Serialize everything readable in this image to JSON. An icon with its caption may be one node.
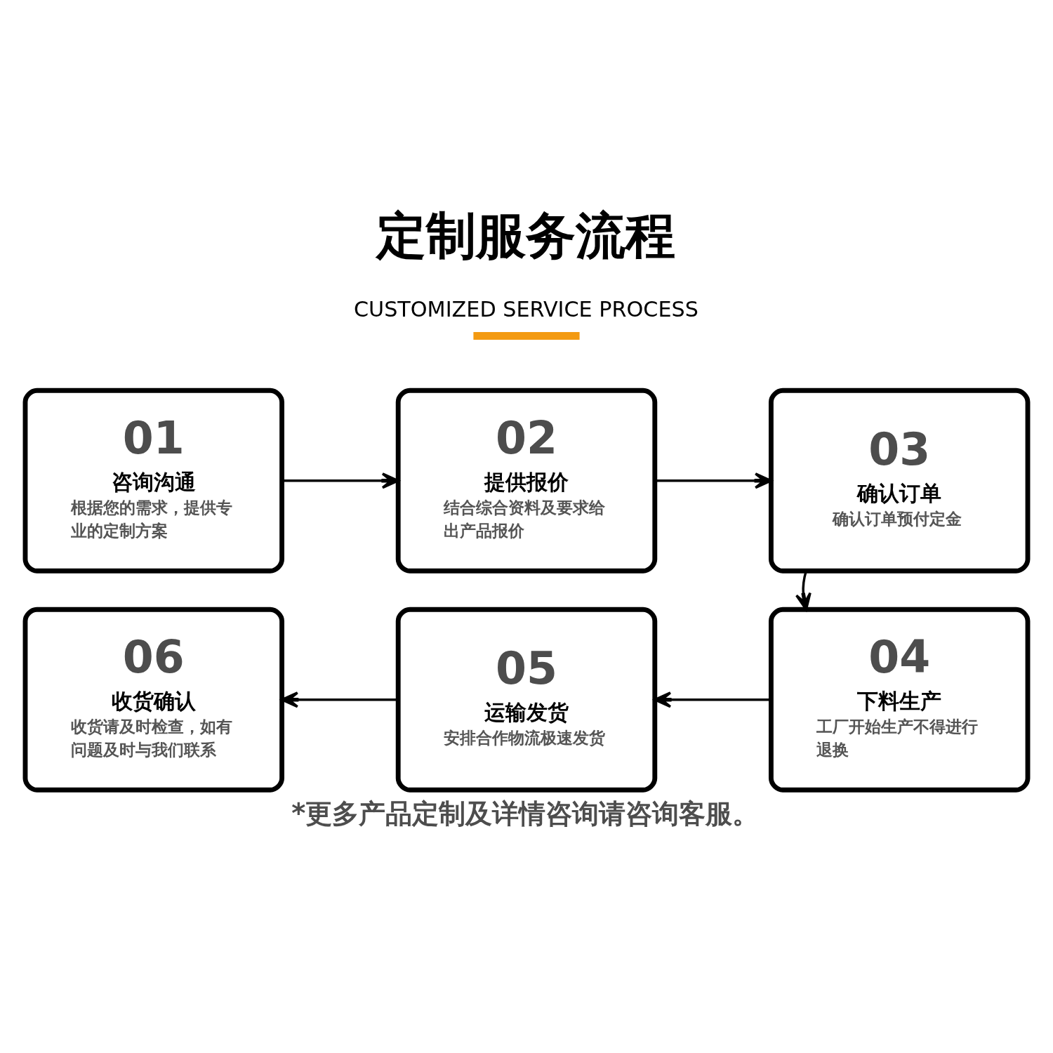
{
  "diagram": {
    "title": "定制服务流程",
    "caption": "*更多产品定制及详情咨询请咨询客服。",
    "nodes": [
      {
        "text": [
          "01",
          "咨询沟通",
          "根据您的需求，提供专业的定制方案"
        ]
      },
      {
        "text": [
          "02",
          "提供报价",
          "结合综合资料及要求给出产品报价"
        ]
      },
      {
        "text": [
          "03",
          "确认订单",
          "确认订单预付定金"
        ]
      },
      {
        "text": [
          "04",
          "下料生产",
          "工厂开始生产不得进行退换"
        ]
      },
      {
        "text": [
          "05",
          "运输发货",
          "安排合作物流极速发货"
        ]
      },
      {
        "text": [
          "06",
          "收货确认",
          "收货请及时检查，如有问题及时与我们联系"
        ]
      }
    ],
    "edges": [
      {
        "from": 0,
        "to": 1,
        "arrow": "to"
      },
      {
        "from": 1,
        "to": 2,
        "arrow": "to"
      },
      {
        "from": 2,
        "to": 3,
        "arrow": "to"
      },
      {
        "from": 3,
        "to": 4,
        "arrow": "to"
      },
      {
        "from": 4,
        "to": 5,
        "arrow": "to"
      }
    ],
    "labels": [
      "CUSTOMIZED SERVICE PROCESS"
    ]
  }
}
